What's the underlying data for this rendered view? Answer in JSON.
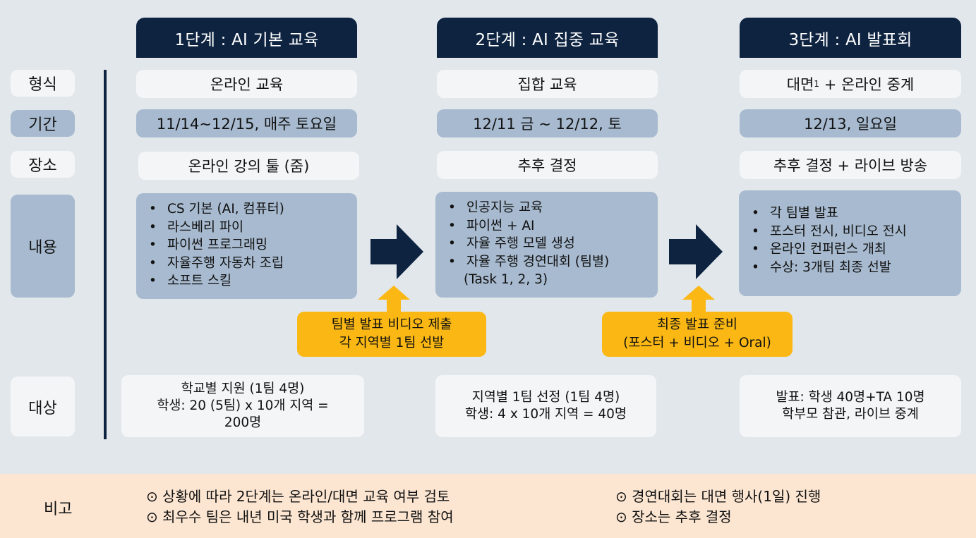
{
  "stages": [
    {
      "header": "1단계 : AI 기본 교육",
      "format": "온라인 교육",
      "period": "11/14~12/15, 매주 토요일",
      "place": "온라인 강의 툴 (줌)",
      "content": [
        "CS 기본 (AI, 컴퓨터)",
        "라스베리 파이",
        "파이썬 프로그래밍",
        "자율주행 자동차 조립",
        "소프트 스킬"
      ],
      "target": [
        "학교별 지원 (1팀 4명)",
        "학생: 20 (5팀) x 10개 지역 =",
        "200명"
      ]
    },
    {
      "header": "2단계 : AI 집중 교육",
      "format": "집합 교육",
      "period": "12/11 금 ~ 12/12, 토",
      "place": "추후 결정",
      "content": [
        "인공지능 교육",
        "파이썬 + AI",
        "자율 주행 모델 생성",
        "자율 주행 경연대회 (팀별)"
      ],
      "content_cont": "(Task 1, 2, 3)",
      "target": [
        "지역별 1팀 선정 (1팀 4명)",
        "학생: 4 x 10개 지역 = 40명"
      ]
    },
    {
      "header": "3단계 :  AI 발표회",
      "format_main": "대면",
      "format_sup": "1",
      "format_rest": " + 온라인 중계",
      "period": "12/13, 일요일",
      "place": "추후 결정 + 라이브 방송",
      "content": [
        "각 팀별 발표",
        "포스터 전시, 비디오 전시",
        "온라인 컨퍼런스 개최",
        "수상: 3개팀 최종 선발"
      ],
      "target": [
        "발표: 학생 40명+TA 10명",
        "학부모 참관, 라이브 중계"
      ]
    }
  ],
  "row_labels": {
    "format": "형식",
    "period": "기간",
    "place": "장소",
    "content": "내용",
    "target": "대상"
  },
  "callouts": [
    [
      "팀별 발표 비디오 제출",
      "각 지역별 1팀 선발"
    ],
    [
      "최종 발표 준비",
      "(포스터 + 비디오 + Oral)"
    ]
  ],
  "notes": {
    "label": "비고",
    "items": [
      "⊙ 상황에 따라 2단계는 온라인/대면 교육 여부 검토",
      "⊙ 최우수 팀은 내년 미국 학생과 함께 프로그램 참여",
      "⊙ 경연대회는 대면 행사(1일) 진행",
      "⊙ 장소는 추후 결정"
    ]
  },
  "colors": {
    "navy": "#0d2340",
    "steel_blue": "#a7bacf",
    "white_box": "#f4f5f7",
    "amber": "#fbb814",
    "peach": "#fce6d2",
    "background": "#e2e7ec"
  }
}
